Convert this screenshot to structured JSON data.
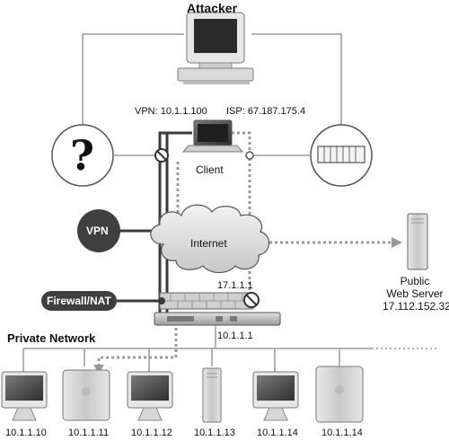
{
  "attacker_label": "Attacker",
  "client_label": "Client",
  "vpn_address": "VPN: 10.1.1.100",
  "isp_address": "ISP: 67.187.175.4",
  "question_mark": "?",
  "vpn_badge": "VPN",
  "internet_label": "Internet",
  "firewall_badge": "Firewall/NAT",
  "firewall_public_ip": "17.1.1.1",
  "firewall_private_ip": "10.1.1.1",
  "web_server": {
    "line1": "Public",
    "line2": "Web Server",
    "ip": "17.112.152.32"
  },
  "private_network_label": "Private Network",
  "hosts": [
    {
      "ip": "10.1.1.10"
    },
    {
      "ip": "10.1.1.11"
    },
    {
      "ip": "10.1.1.12"
    },
    {
      "ip": "10.1.1.13"
    },
    {
      "ip": "10.1.1.14"
    },
    {
      "ip": "10.1.1.14"
    }
  ],
  "colors": {
    "badge_fill": "#3f3f3f",
    "line_dark": "#3a3a3a",
    "line_gray": "#9a9a9a",
    "cloud_fill": "#dcdcdc"
  }
}
